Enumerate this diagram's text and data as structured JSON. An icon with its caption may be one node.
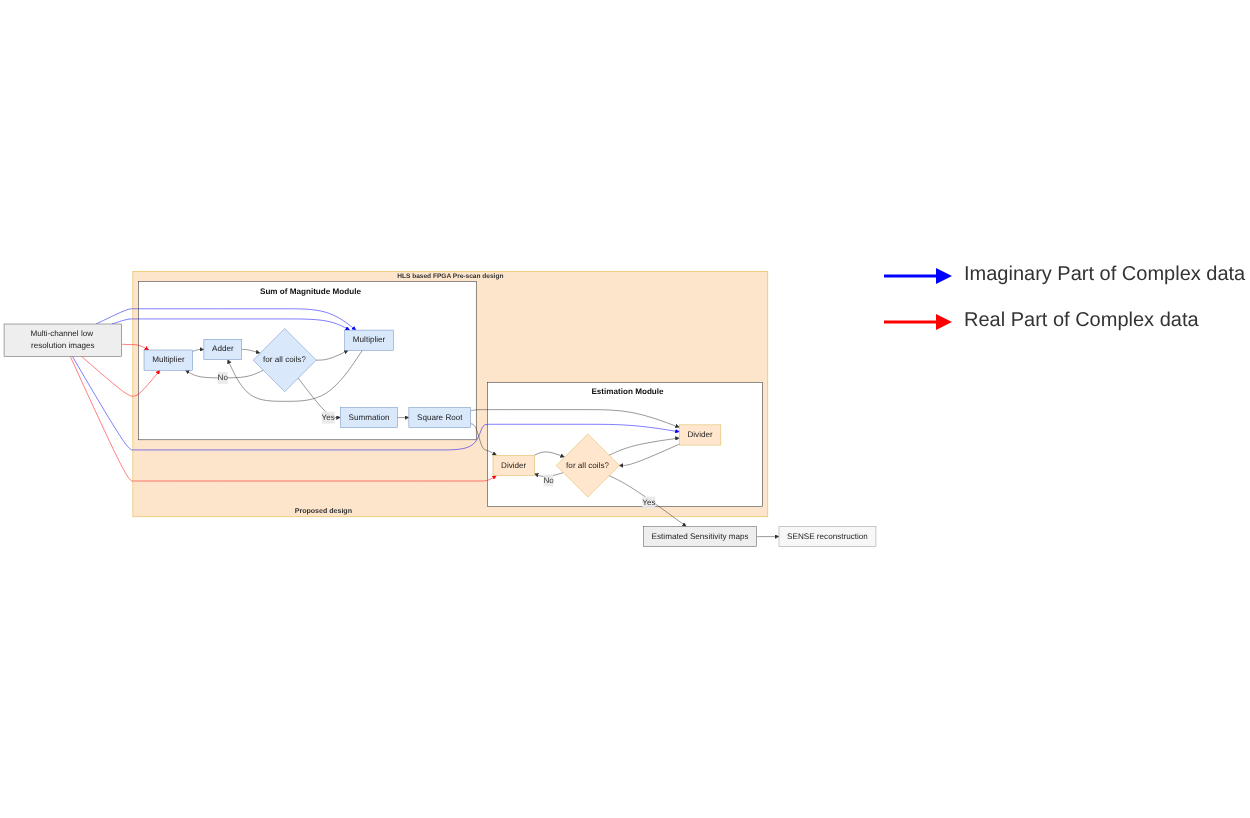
{
  "diagram": {
    "nodes": [
      {
        "text": [
          "Multi-channel low resolution images"
        ]
      },
      {
        "text": [
          "HLS based FPGA Pre-scan design",
          "Proposed design"
        ]
      },
      {
        "text": [
          "Sum of Magnitude Module"
        ],
        "in": 1
      },
      {
        "text": [
          "Multiplier"
        ],
        "in": 2
      },
      {
        "text": [
          "Multiplier"
        ],
        "in": 2
      },
      {
        "text": [
          "Adder"
        ],
        "in": 2
      },
      {
        "text": [
          "for all coils?"
        ],
        "in": 2
      },
      {
        "text": [
          "Summation"
        ],
        "in": 2
      },
      {
        "text": [
          "Square Root"
        ],
        "in": 2
      },
      {
        "text": [
          "Estimation Module"
        ],
        "in": 1
      },
      {
        "text": [
          "Divider"
        ],
        "in": 9
      },
      {
        "text": [
          "Divider"
        ],
        "in": 9
      },
      {
        "text": [
          "for all coils?"
        ],
        "in": 9
      },
      {
        "text": [
          "Estimated Sensitivity maps"
        ]
      },
      {
        "text": [
          "SENSE reconstruction"
        ]
      }
    ],
    "edges": [
      {
        "from": 0,
        "to": 3,
        "arrow": "to",
        "color": "#ff0000"
      },
      {
        "from": 0,
        "to": 3,
        "arrow": "to",
        "color": "#ff0000"
      },
      {
        "from": 0,
        "to": 4,
        "arrow": "to",
        "color": "#0000ff"
      },
      {
        "from": 0,
        "to": 4,
        "arrow": "to",
        "color": "#0000ff"
      },
      {
        "from": 6,
        "to": 3,
        "arrow": "to",
        "label": "No"
      },
      {
        "from": 6,
        "to": 4,
        "arrow": "to"
      },
      {
        "from": 3,
        "to": 5,
        "arrow": "to"
      },
      {
        "from": 4,
        "to": 5,
        "arrow": "to"
      },
      {
        "from": 5,
        "to": 6,
        "arrow": "to"
      },
      {
        "from": 6,
        "to": 7,
        "arrow": "to",
        "label": "Yes"
      },
      {
        "from": 7,
        "to": 8,
        "arrow": "to"
      },
      {
        "from": 8,
        "to": 10,
        "arrow": "to"
      },
      {
        "from": 8,
        "to": 11,
        "arrow": "to"
      },
      {
        "from": 0,
        "to": 10,
        "arrow": "to",
        "color": "#ff0000"
      },
      {
        "from": 0,
        "to": 11,
        "arrow": "to",
        "color": "#0000ff"
      },
      {
        "from": 10,
        "to": 12,
        "arrow": "to"
      },
      {
        "from": 11,
        "to": 12,
        "arrow": "to"
      },
      {
        "from": 12,
        "to": 10,
        "arrow": "to",
        "label": "No"
      },
      {
        "from": 12,
        "to": 11,
        "arrow": "to"
      },
      {
        "from": 12,
        "to": 13,
        "arrow": "to",
        "label": "Yes"
      },
      {
        "from": 13,
        "to": 14,
        "arrow": "to"
      }
    ],
    "legend": [
      {
        "text": "Imaginary Part of Complex data"
      },
      {
        "text": "Real Part of Complex data"
      }
    ]
  }
}
